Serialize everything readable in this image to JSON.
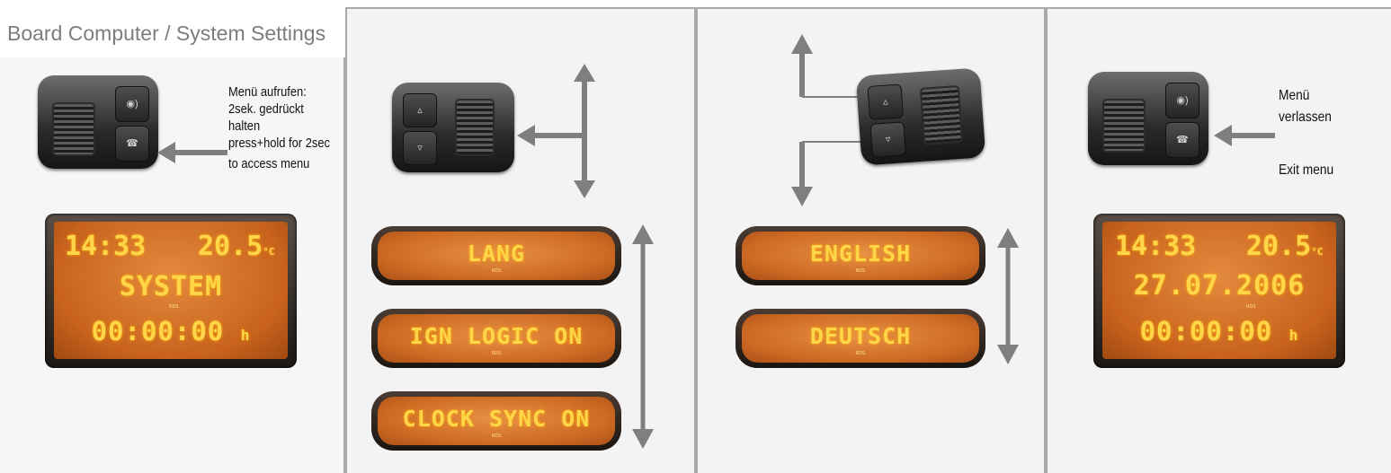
{
  "title": "Board Computer / System Settings",
  "panel1": {
    "note_lines": [
      "Menü aufrufen:",
      "2sek. gedrückt",
      "halten",
      "press+hold for 2sec",
      "to access menu"
    ],
    "display": {
      "time": "14:33",
      "temp": "20.5",
      "temp_unit": "°C",
      "line2": "SYSTEM",
      "line3": "00:00:00",
      "line3_unit": "h",
      "rds": "RDS"
    }
  },
  "panel2": {
    "menu_items": [
      "LANG",
      "IGN LOGIC ON",
      "CLOCK SYNC ON"
    ],
    "rds": "RDS"
  },
  "panel3": {
    "menu_items": [
      "ENGLISH",
      "DEUTSCH"
    ],
    "rds": "RDS"
  },
  "panel4": {
    "note_lines": [
      "Menü",
      "verlassen"
    ],
    "note_en": "Exit menu",
    "display": {
      "time": "14:33",
      "temp": "20.5",
      "temp_unit": "°C",
      "line2": "27.07.2006",
      "line3": "00:00:00",
      "line3_unit": "h",
      "rds": "RDS"
    }
  },
  "colors": {
    "lcd_orange": "#cf6a22",
    "lcd_text": "#ffd54a",
    "arrow": "#7f7f7f",
    "border": "#a9a9a9"
  },
  "icons": [
    "steering-control-icon",
    "phone-icon",
    "voice-icon",
    "arrow-left-icon",
    "arrow-up-icon",
    "arrow-down-icon",
    "double-arrow-vertical-icon"
  ]
}
